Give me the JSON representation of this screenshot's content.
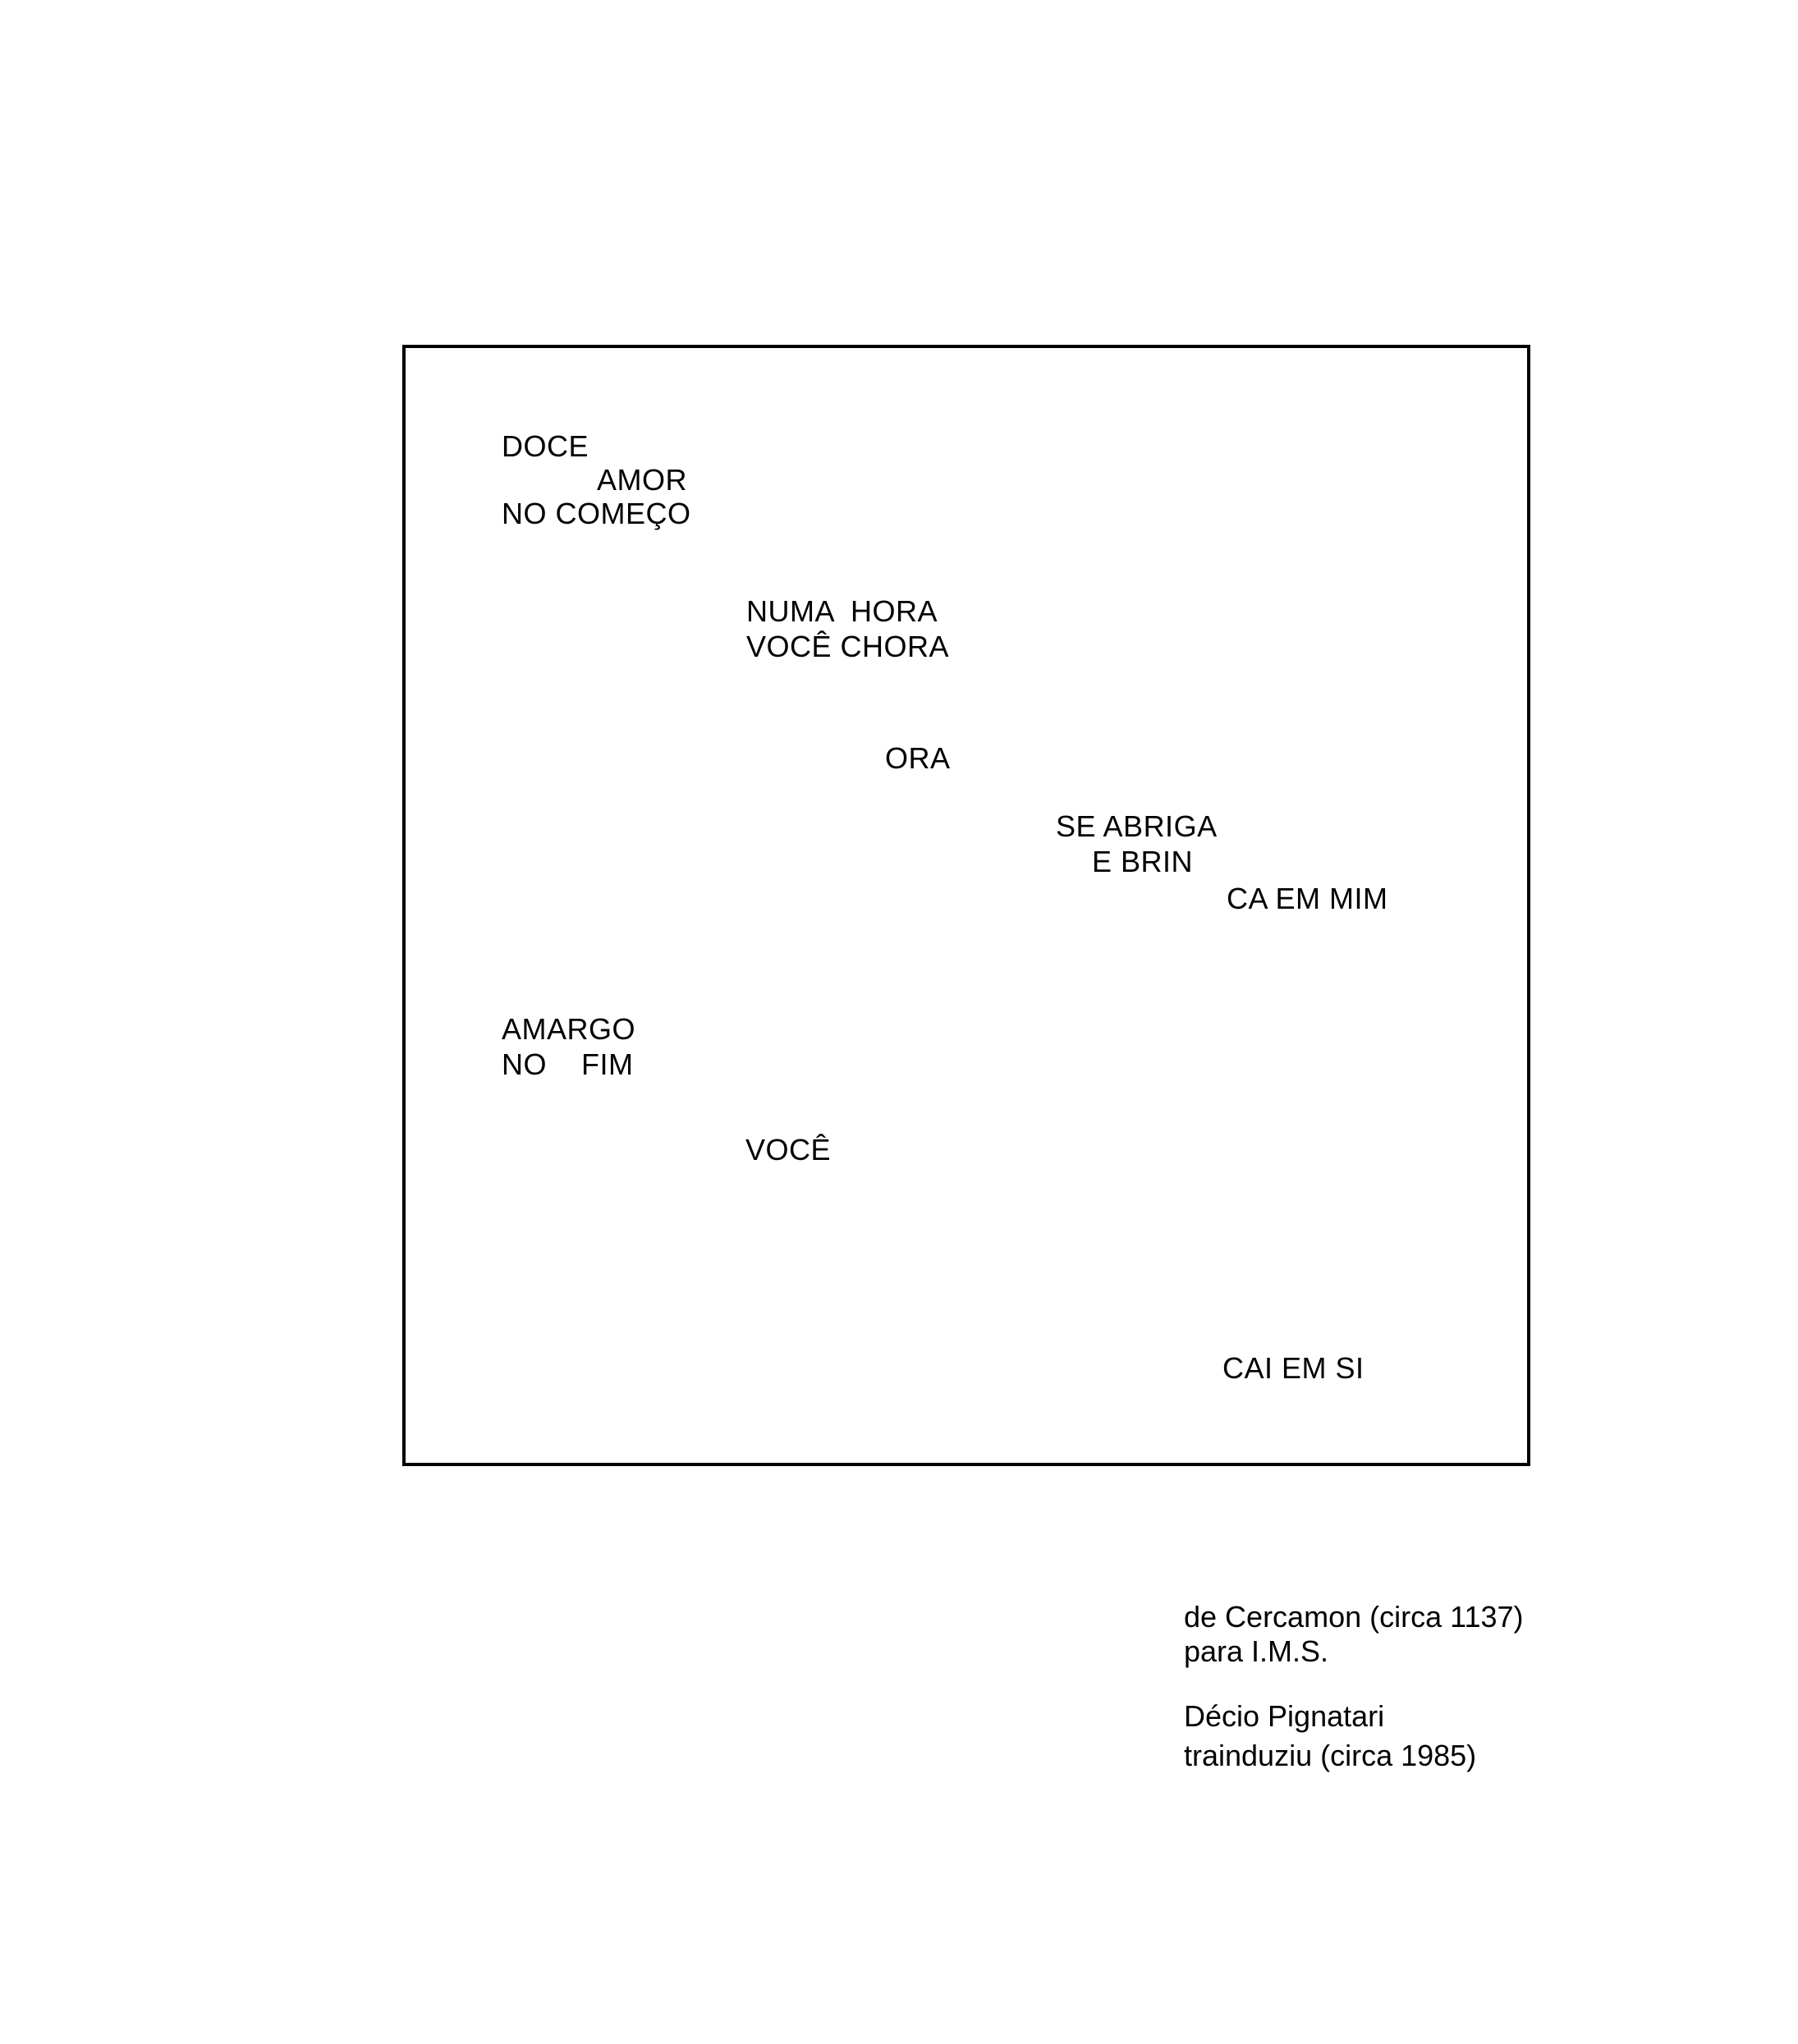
{
  "poem": {
    "lines": [
      "DOCE",
      "AMOR",
      "NO COMEÇO",
      "NUMA  HORA",
      "VOCÊ CHORA",
      "ORA",
      "SE ABRIGA",
      "E BRIN",
      "CA EM MIM",
      "AMARGO",
      "NO    FIM",
      "VOCÊ",
      "CAI EM SI"
    ]
  },
  "credits": {
    "line1": "de Cercamon (circa 1137)",
    "line2": "para I.M.S.",
    "line3": "Décio Pignatari",
    "line4": "trainduziu (circa 1985)"
  }
}
